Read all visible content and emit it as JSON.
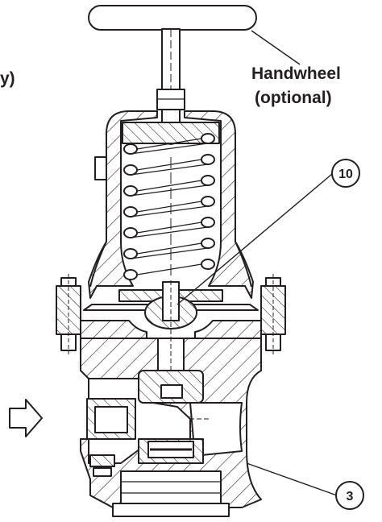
{
  "labels": {
    "handwheel_line1": "Handwheel",
    "handwheel_line2": "(optional)",
    "left_fragment": "y)"
  },
  "callouts": [
    {
      "id": "10"
    },
    {
      "id": "3"
    }
  ],
  "icons": {
    "flow_arrow": "flow-direction-arrow"
  },
  "colors": {
    "line": "#231f20",
    "background": "#ffffff"
  }
}
